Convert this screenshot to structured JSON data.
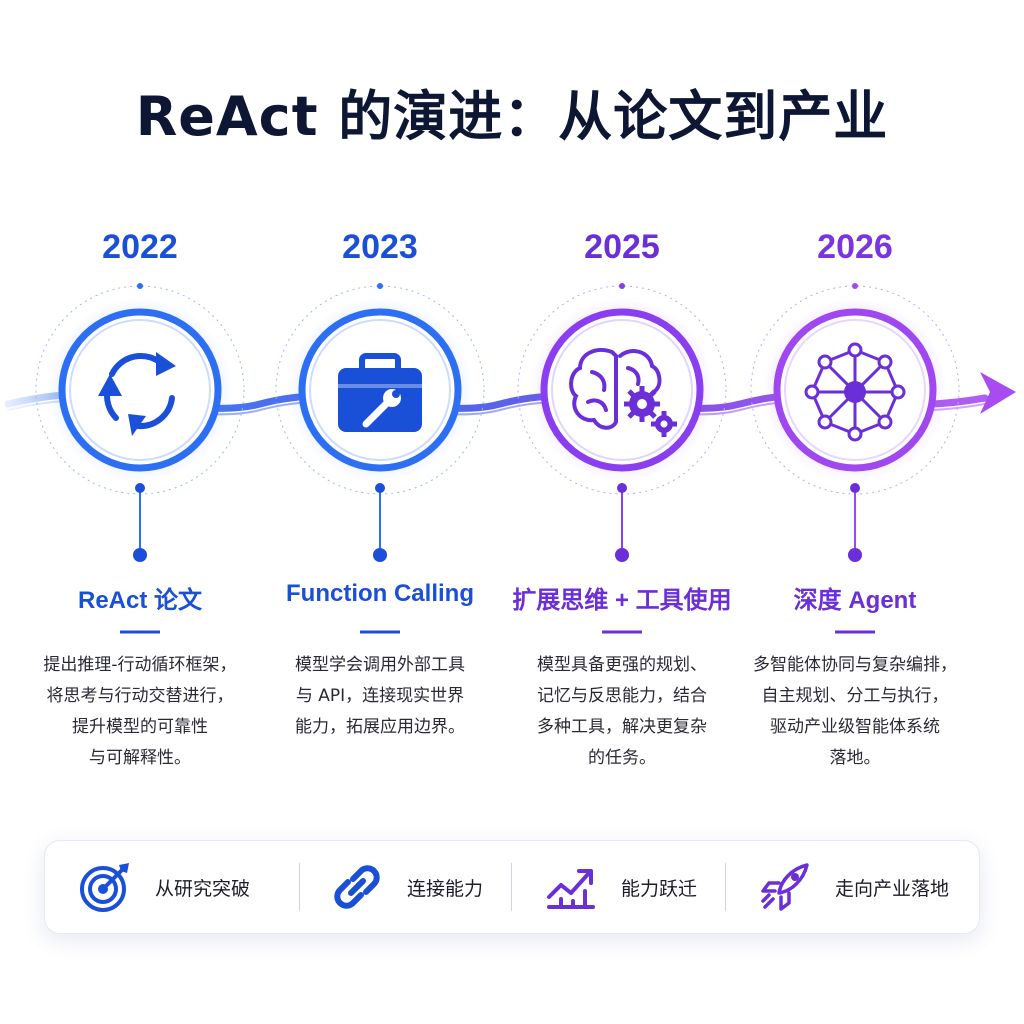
{
  "title": "ReAct 的演进：从论文到产业",
  "colors": {
    "blue": "#1a4fd8",
    "blue_light": "#3d7cf5",
    "purple": "#6a2fd6",
    "violet": "#9a45f0"
  },
  "milestones": [
    {
      "year": "2022",
      "title": "ReAct 论文",
      "icon": "cycle-arrows-icon",
      "desc": [
        "提出推理-行动循环框架，",
        "将思考与行动交替进行，",
        "提升模型的可靠性",
        "与可解释性。"
      ]
    },
    {
      "year": "2023",
      "title": "Function Calling",
      "icon": "toolbox-wrench-icon",
      "desc": [
        "模型学会调用外部工具",
        "与 API，连接现实世界",
        "能力，拓展应用边界。"
      ]
    },
    {
      "year": "2025",
      "title": "扩展思维 + 工具使用",
      "icon": "brain-gears-icon",
      "desc": [
        "模型具备更强的规划、",
        "记忆与反思能力，结合",
        "多种工具，解决更复杂",
        "的任务。"
      ]
    },
    {
      "year": "2026",
      "title": "深度 Agent",
      "icon": "network-nodes-icon",
      "desc": [
        "多智能体协同与复杂编排，",
        "自主规划、分工与执行，",
        "驱动产业级智能体系统",
        "落地。"
      ]
    }
  ],
  "bottom_bar": [
    {
      "label": "从研究突破",
      "icon": "target-icon"
    },
    {
      "label": "连接能力",
      "icon": "link-icon"
    },
    {
      "label": "能力跃迁",
      "icon": "growth-chart-icon"
    },
    {
      "label": "走向产业落地",
      "icon": "rocket-icon"
    }
  ]
}
